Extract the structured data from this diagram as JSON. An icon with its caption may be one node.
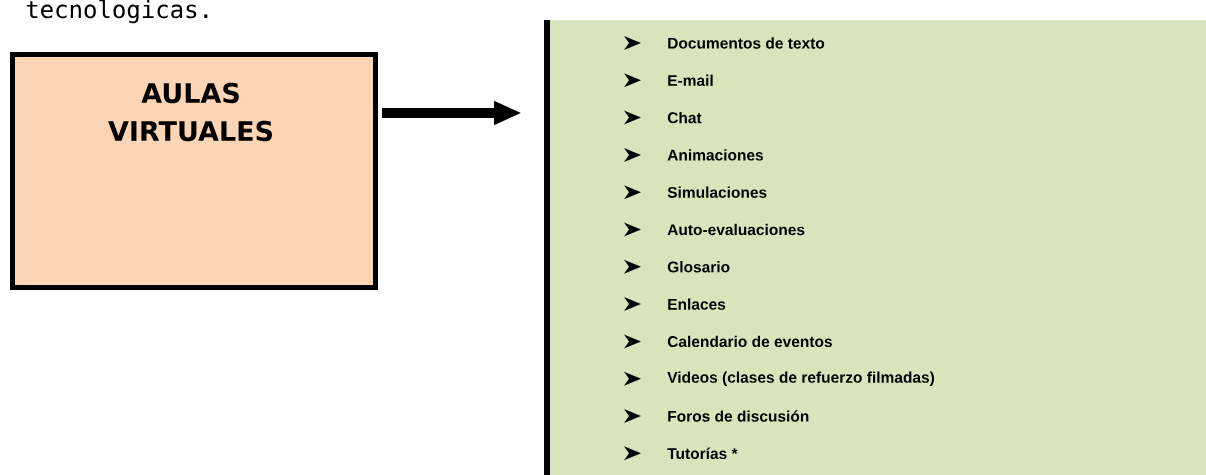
{
  "diagram": {
    "nodes": [
      {
        "text": [
          "AULAS VIRTUALES"
        ]
      },
      {
        "text": [
          "Documentos de texto",
          "E-mail",
          "Chat",
          "Animaciones",
          "Simulaciones",
          "Auto-evaluaciones",
          "Glosario",
          "Enlaces",
          "Calendario de eventos",
          "Videos (clases de refuerzo filmadas)",
          "Foros de discusión",
          "Tutorías *"
        ]
      }
    ],
    "edges": [
      {
        "from": 0,
        "to": 1,
        "arrow": "to"
      }
    ],
    "labels": [
      "tecnologicas."
    ]
  }
}
